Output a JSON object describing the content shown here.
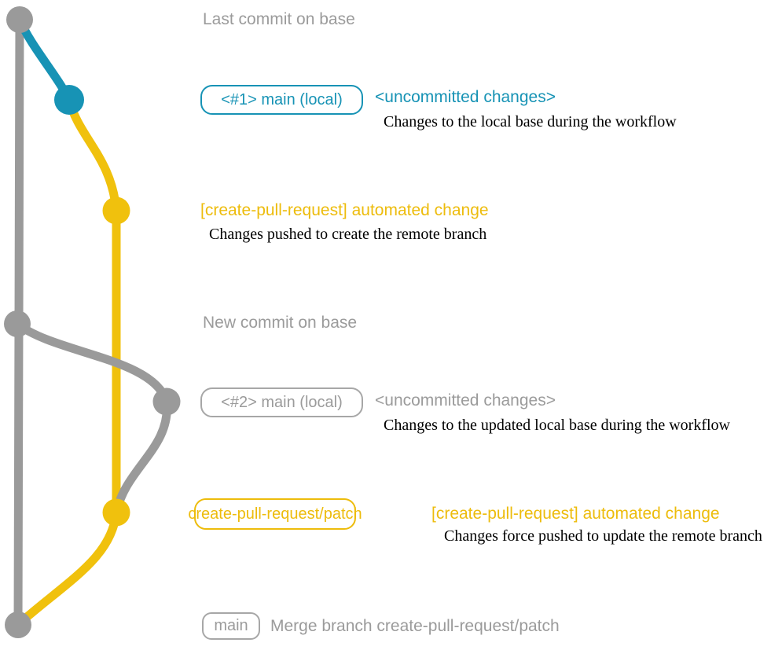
{
  "graph": {
    "branch_colors": {
      "base_branch": "#9a9a9a",
      "main_local_branch": "#1793b5",
      "create_pull_request_branch": "#f0c10d"
    },
    "background": "#ffffff"
  },
  "annotations": {
    "row1": {
      "text": "Last commit on base"
    },
    "row2": {
      "branch_label": "<#1> main (local)",
      "status": "<uncommitted changes>",
      "description": "Changes to the local base during the workflow"
    },
    "row3": {
      "commit_message": "[create-pull-request] automated change",
      "description": "Changes pushed to create the remote branch"
    },
    "row4": {
      "text": "New commit on base"
    },
    "row5": {
      "branch_label": "<#2> main (local)",
      "status": "<uncommitted changes>",
      "description": "Changes to the updated local base during the workflow"
    },
    "row6": {
      "branch_label": "create-pull-request/patch",
      "commit_message": "[create-pull-request] automated change",
      "description": "Changes force pushed to update the remote branch"
    },
    "row7": {
      "branch_label": "main",
      "commit_message": "Merge branch create-pull-request/patch"
    }
  }
}
